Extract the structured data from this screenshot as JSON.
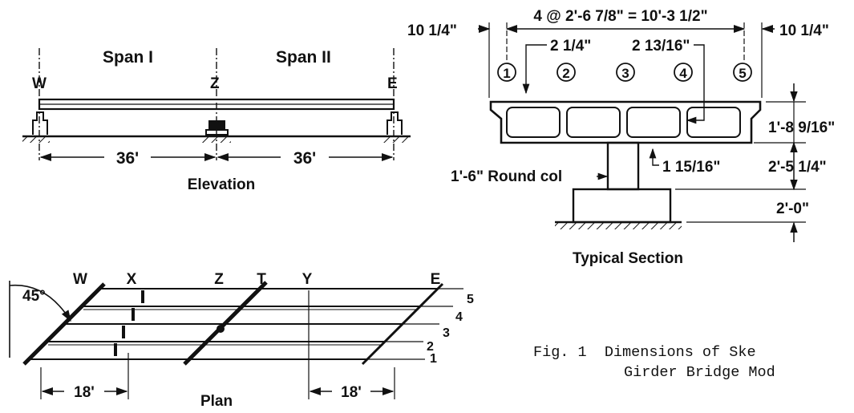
{
  "elevation": {
    "span_1": "Span I",
    "span_2": "Span II",
    "support_w": "W",
    "support_z": "Z",
    "support_e": "E",
    "dim_left": "36'",
    "dim_right": "36'",
    "title": "Elevation"
  },
  "section": {
    "dim_top": "4 @ 2'-6 7/8\" = 10'-3 1/2\"",
    "dim_left_edge": "10 1/4\"",
    "dim_right_edge": "10 1/4\"",
    "dim_top_slab": "2 1/4\"",
    "dim_web": "2 13/16\"",
    "dim_bottom_slab": "1 15/16\"",
    "girders": [
      "1",
      "2",
      "3",
      "4",
      "5"
    ],
    "dim_depth": "1'-8 9/16\"",
    "dim_column": "2'-5 1/4\"",
    "dim_footing": "2'-0\"",
    "column_label": "1'-6\" Round col",
    "title": "Typical Section"
  },
  "plan": {
    "skew_angle": "45°",
    "line_labels": [
      "W",
      "X",
      "Z",
      "T",
      "Y",
      "E"
    ],
    "girder_numbers": [
      "1",
      "2",
      "3",
      "4",
      "5"
    ],
    "dim_left": "18'",
    "dim_right": "18'",
    "title": "Plan"
  },
  "caption": {
    "line1": "Fig. 1  Dimensions of Ske",
    "line2": "Girder Bridge Mod"
  }
}
